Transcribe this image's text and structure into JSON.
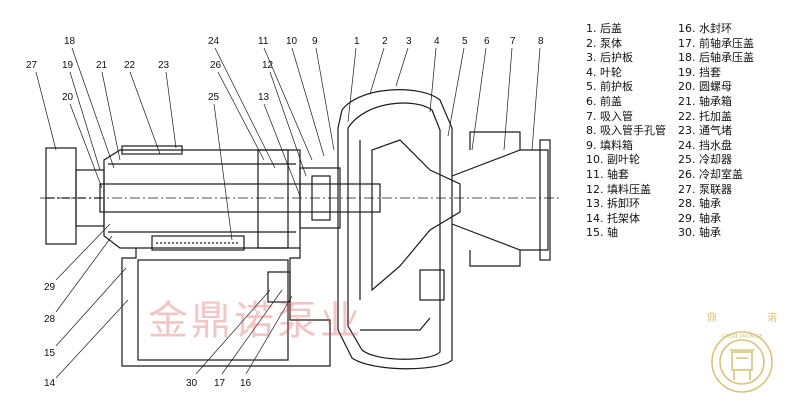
{
  "legend": {
    "items": [
      "1. 后盖",
      "2. 泵体",
      "3. 后护板",
      "4. 叶轮",
      "5. 前护板",
      "6. 前盖",
      "7. 吸入管",
      "8. 吸入管手孔管",
      "9. 填料箱",
      "10. 副叶轮",
      "11. 轴套",
      "12. 填料压盖",
      "13. 拆卸环",
      "14. 托架体",
      "15. 轴",
      "16. 水封环",
      "17. 前轴承压盖",
      "18. 后轴承压盖",
      "19. 挡套",
      "20. 圆螺母",
      "21. 轴承箱",
      "22. 托加盖",
      "23. 通气堵",
      "24. 挡水盘",
      "25. 冷却器",
      "26. 冷却室盖",
      "27. 泵联器",
      "28. 轴承",
      "29. 轴承",
      "30. 轴承"
    ]
  },
  "callouts": [
    {
      "label": "18"
    },
    {
      "label": "24"
    },
    {
      "label": "11"
    },
    {
      "label": "10"
    },
    {
      "label": "9"
    },
    {
      "label": "1"
    },
    {
      "label": "2"
    },
    {
      "label": "3"
    },
    {
      "label": "4"
    },
    {
      "label": "5"
    },
    {
      "label": "6"
    },
    {
      "label": "7"
    },
    {
      "label": "8"
    },
    {
      "label": "27"
    },
    {
      "label": "19"
    },
    {
      "label": "21"
    },
    {
      "label": "22"
    },
    {
      "label": "23"
    },
    {
      "label": "26"
    },
    {
      "label": "12"
    },
    {
      "label": "20"
    },
    {
      "label": "25"
    },
    {
      "label": "13"
    },
    {
      "label": "29"
    },
    {
      "label": "28"
    },
    {
      "label": "15"
    },
    {
      "label": "14"
    },
    {
      "label": "30"
    },
    {
      "label": "17"
    },
    {
      "label": "16"
    }
  ],
  "watermark": "金鼎诺泵业",
  "logo": {
    "chars": [
      "鼎",
      "诺"
    ],
    "ring_text": "GREAT PROMISE"
  },
  "colors": {
    "line": "#1a1a1a",
    "watermark": "#e06060",
    "logo": "#d9c47a"
  }
}
